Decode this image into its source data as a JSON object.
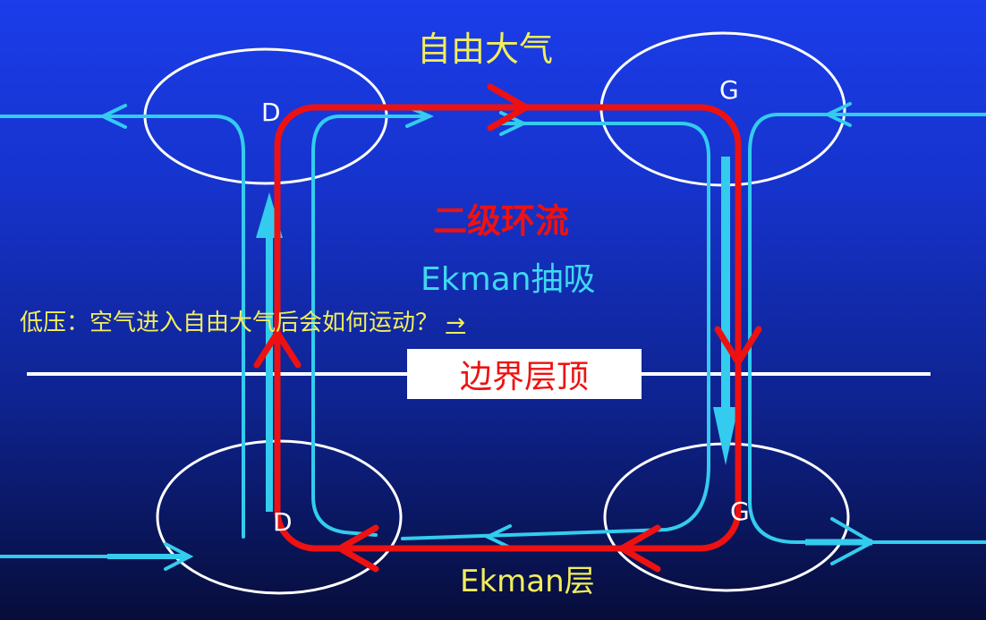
{
  "labels": {
    "free_atmosphere": "自由大气",
    "secondary_circulation": "二级环流",
    "ekman_pumping": "Ekman抽吸",
    "question": "低压：空气进入自由大气后会如何运动？",
    "question_arrow": "→",
    "boundary_layer_top": "边界层顶",
    "ekman_layer": "Ekman层"
  },
  "ellipses": {
    "top_left": "D",
    "top_right": "G",
    "bottom_left": "D",
    "bottom_right": "G"
  },
  "colors": {
    "background_top": "#1b3dea",
    "background_bottom": "#070d3a",
    "flow_cyan": "#33ccee",
    "circulation_red": "#ee1111",
    "label_yellow": "#f2ee5a",
    "ellipse_white": "#ffffff"
  }
}
